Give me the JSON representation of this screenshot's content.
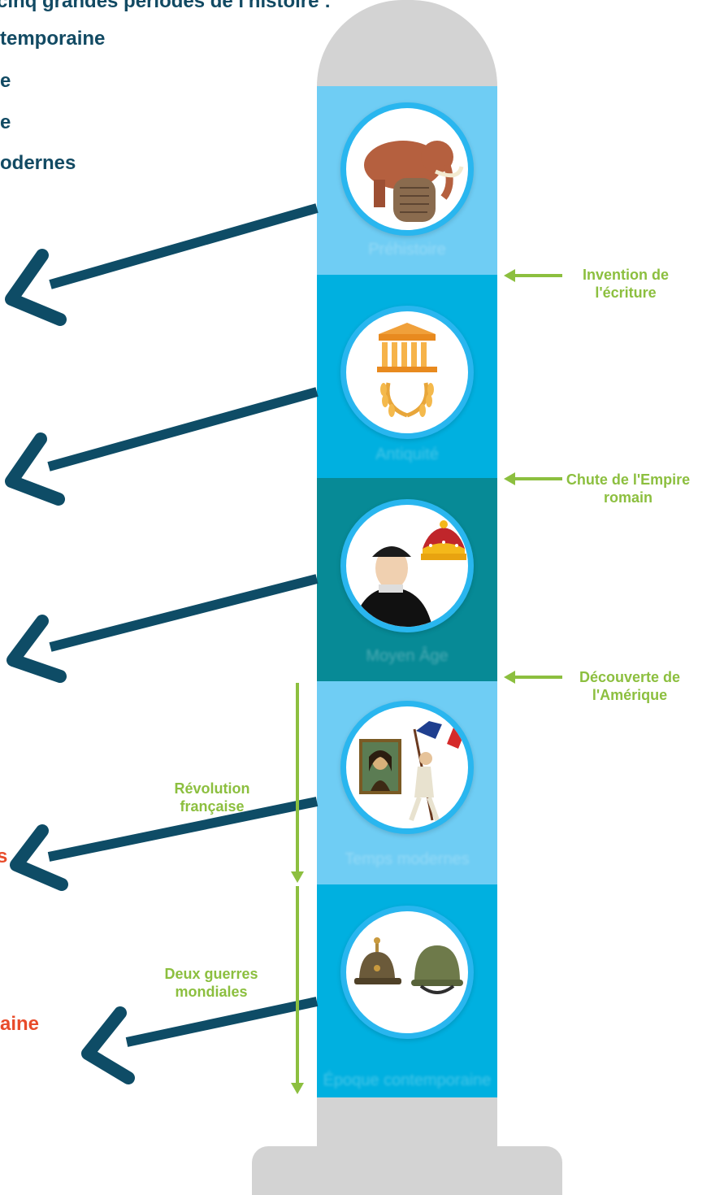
{
  "heading": {
    "line1": "s cinq grandes périodes de l'histoire :",
    "line2": "temporaine",
    "line3": "e",
    "line4": "e",
    "line5": "odernes"
  },
  "timeline": {
    "periods": [
      {
        "label": "Préhistoire",
        "color": "#6fcdf4",
        "icon": "mammoth-and-tablet-icon"
      },
      {
        "label": "Antiquité",
        "color": "#00b0e0",
        "icon": "temple-and-laurel-icon"
      },
      {
        "label": "Moyen Âge",
        "color": "#078a96",
        "icon": "explorer-and-crown-icon"
      },
      {
        "label": "Temps modernes",
        "color": "#6fcdf4",
        "icon": "mona-lisa-and-revolution-icon"
      },
      {
        "label": "Époque contemporaine",
        "color": "#00b0e0",
        "icon": "helmets-icon"
      }
    ]
  },
  "events": {
    "writing": "Invention de l'écriture",
    "rome": "Chute de l'Empire romain",
    "america": "Découverte de l'Amérique",
    "revolution": "Révolution française",
    "wars": "Deux guerres mondiales"
  },
  "answers": {
    "modern": "s",
    "contemporary": "aine"
  },
  "colors": {
    "heading": "#124a63",
    "arrow": "#0e4c66",
    "event": "#8cbf3f",
    "answer": "#e84b2a",
    "cap": "#d3d3d3"
  }
}
